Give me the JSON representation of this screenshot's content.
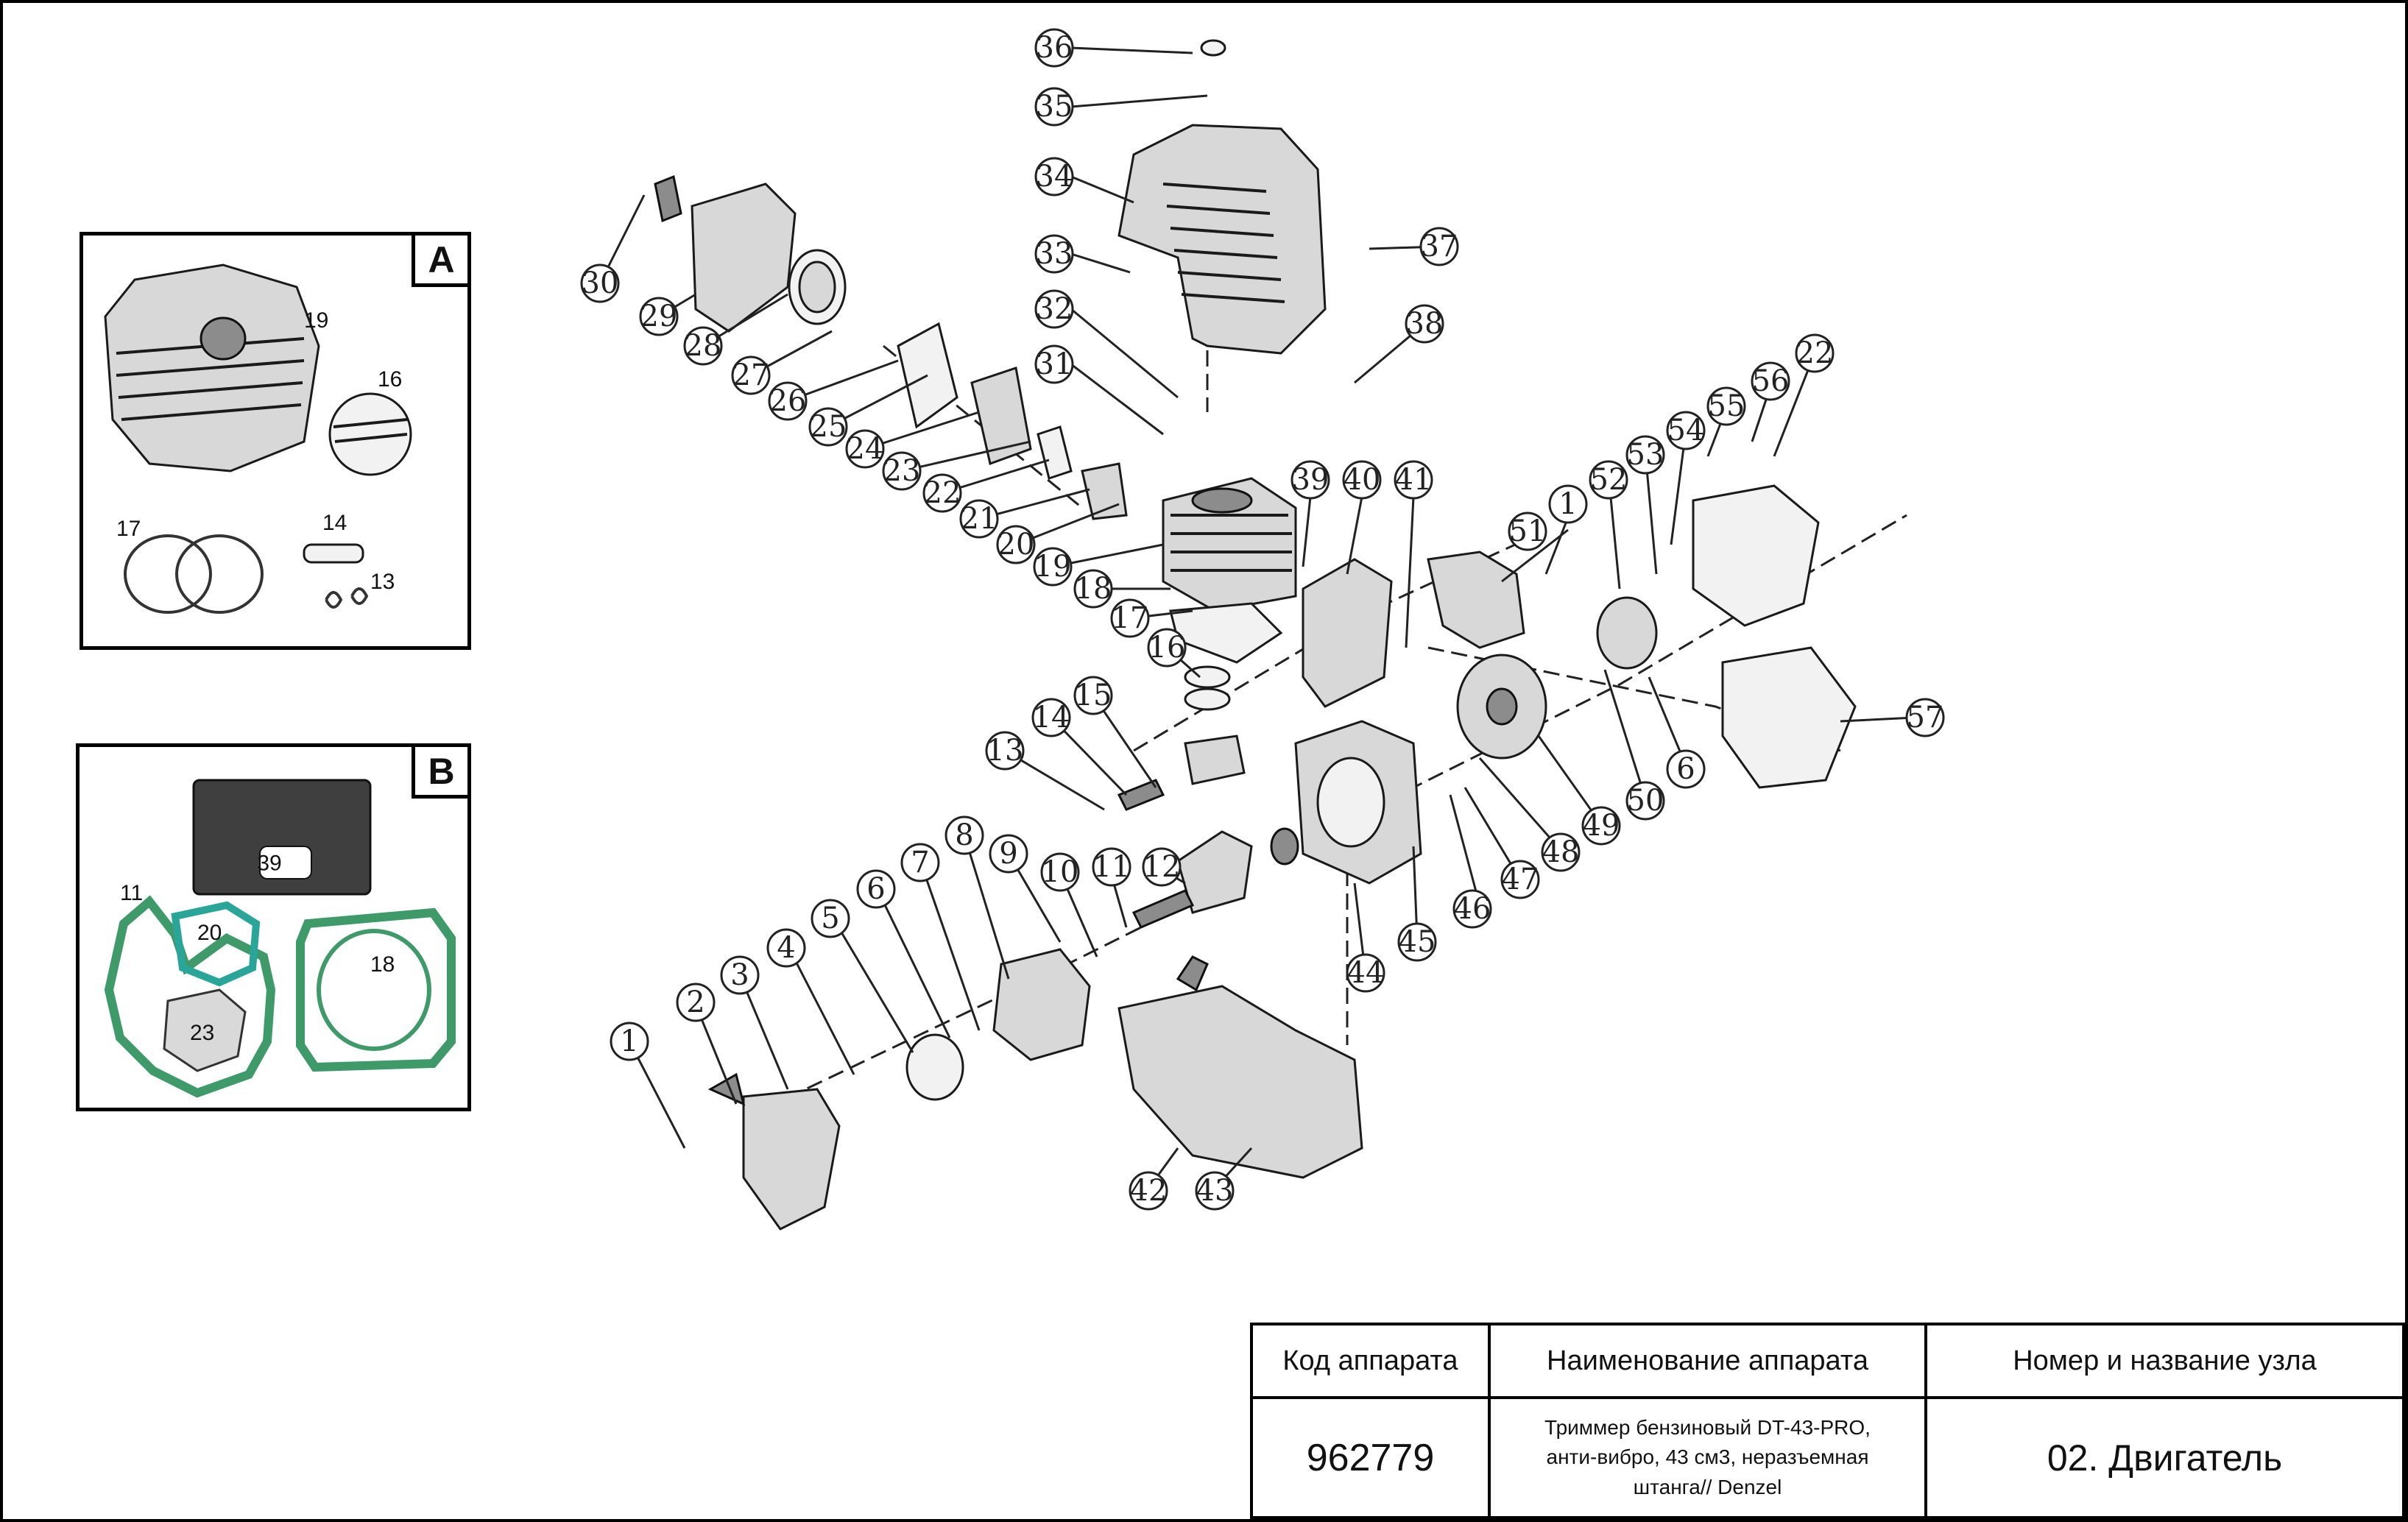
{
  "diagram": {
    "callouts": [
      "1",
      "2",
      "3",
      "4",
      "5",
      "6",
      "7",
      "8",
      "9",
      "10",
      "11",
      "12",
      "13",
      "14",
      "15",
      "16",
      "17",
      "18",
      "19",
      "20",
      "21",
      "22",
      "23",
      "24",
      "25",
      "26",
      "27",
      "28",
      "29",
      "30",
      "31",
      "32",
      "33",
      "34",
      "35",
      "36",
      "37",
      "38",
      "39",
      "40",
      "41",
      "42",
      "43",
      "44",
      "45",
      "46",
      "47",
      "48",
      "49",
      "50",
      "51",
      "52",
      "53",
      "54",
      "55",
      "56",
      "57",
      "1",
      "6",
      "22"
    ]
  },
  "inset_a": {
    "letter": "A",
    "labels": [
      "19",
      "16",
      "17",
      "14",
      "13"
    ]
  },
  "inset_b": {
    "letter": "B",
    "labels": [
      "39",
      "11",
      "20",
      "18",
      "23"
    ]
  },
  "title_block": {
    "headers": {
      "code": "Код аппарата",
      "name": "Наименование аппарата",
      "assembly": "Номер и название узла"
    },
    "code_value": "962779",
    "name_value": "Триммер бензиновый DT-43-PRO, анти-вибро, 43 см3, неразъемная штанга// Denzel",
    "assembly_value": "02. Двигатель"
  }
}
